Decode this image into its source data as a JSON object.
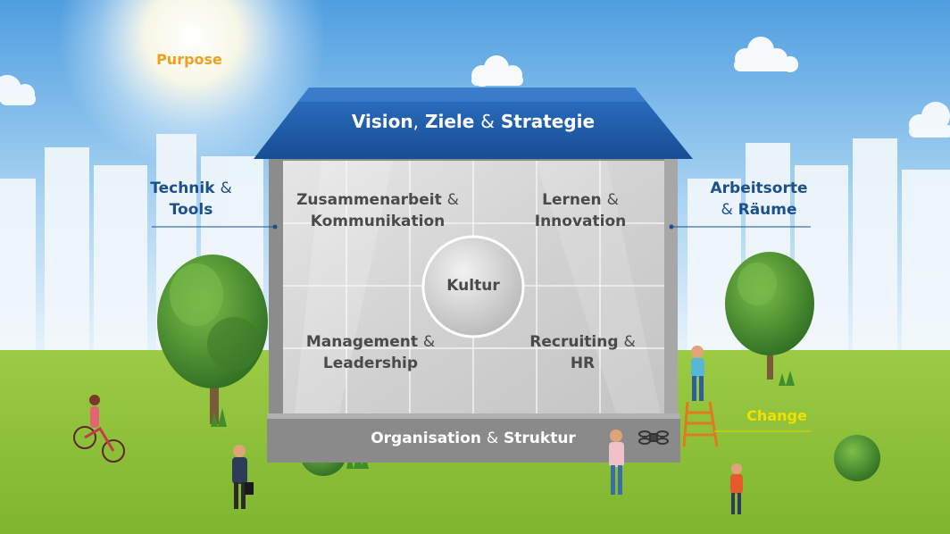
{
  "purpose": "Purpose",
  "roof": {
    "w1": "Vision",
    "amp1": ",",
    "w2": "Ziele",
    "amp2": "&",
    "w3": "Strategie"
  },
  "left_pillar": {
    "line1": "Technik",
    "amp": "&",
    "line2": "Tools"
  },
  "right_pillar": {
    "line1": "Arbeitsorte",
    "amp": "&",
    "line2": "Räume"
  },
  "rooms": {
    "top_left": {
      "line1": "Zusammenarbeit",
      "amp": "&",
      "line2": "Kommunikation"
    },
    "top_right": {
      "line1": "Lernen",
      "amp": "&",
      "line2": "Innovation"
    },
    "bottom_left": {
      "line1": "Management",
      "amp": "&",
      "line2": "Leadership"
    },
    "bottom_right": {
      "line1": "Recruiting",
      "amp": "&",
      "line2": "HR"
    }
  },
  "center": "Kultur",
  "foundation": {
    "w1": "Organisation",
    "amp": "&",
    "w2": "Struktur"
  },
  "change": "Change",
  "colors": {
    "purpose": "#f0a020",
    "change": "#f4e000",
    "roof": "#1f5fae",
    "label_blue": "#1d4f8a",
    "grass": "#8cc23a"
  }
}
